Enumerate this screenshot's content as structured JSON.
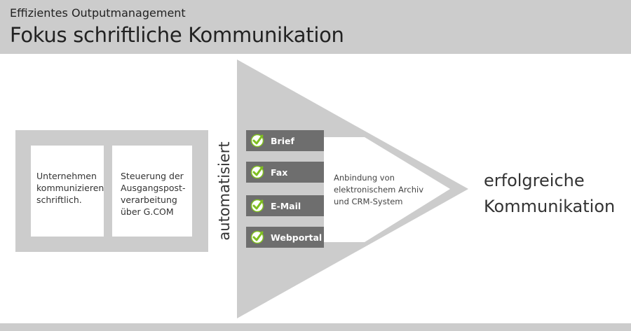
{
  "header": {
    "subtitle": "Effizientes Outputmanagement",
    "title": "Fokus schriftliche Kommunikation"
  },
  "input_frame": {
    "box1_text": "Unternehmen kommunizieren schriftlich.",
    "box2_text": "Steuerung der Ausgangspost-verarbeitung über G.COM"
  },
  "automation_label": "automatisiert",
  "channels": [
    {
      "label": "Brief",
      "icon": "check-circle-icon"
    },
    {
      "label": "Fax",
      "icon": "check-circle-icon"
    },
    {
      "label": "E-Mail",
      "icon": "check-circle-icon"
    },
    {
      "label": "Webportal",
      "icon": "check-circle-icon"
    }
  ],
  "archive_text": "Anbindung von elektronischem Archiv und CRM-System",
  "result": {
    "line1": "erfolgreiche",
    "line2": "Kommunikation"
  },
  "colors": {
    "band": "#cccccc",
    "funnel": "#cccccc",
    "channel_box": "#6e6e6e",
    "check_green": "#7fbf1f"
  }
}
